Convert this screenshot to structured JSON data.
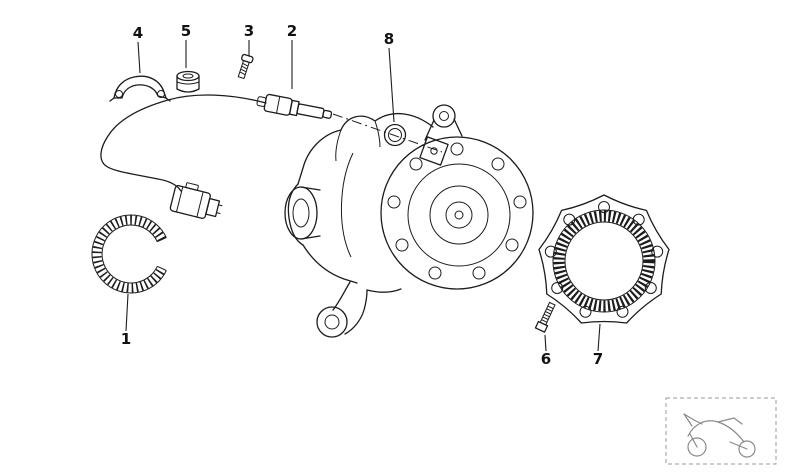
{
  "callouts": {
    "p1": "1",
    "p2": "2",
    "p3": "3",
    "p4": "4",
    "p5": "5",
    "p6": "6",
    "p7": "7",
    "p8": "8"
  },
  "icons": {
    "thumbnail": "motorcycle-icon"
  },
  "colors": {
    "line": "#1c1c1c",
    "muted": "#8a8a8a",
    "background": "#ffffff"
  }
}
